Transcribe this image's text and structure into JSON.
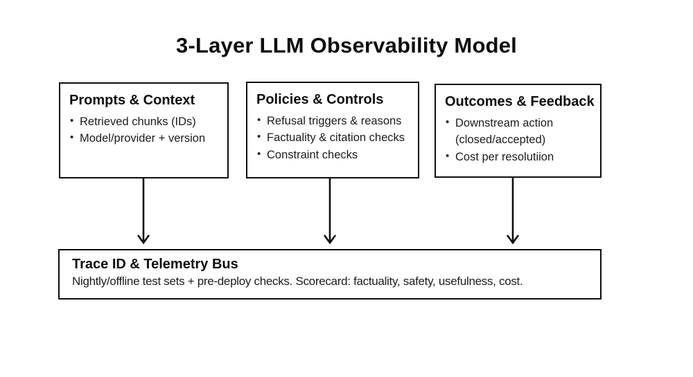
{
  "title": "3-Layer LLM Observability Model",
  "colors": {
    "background": "#ffffff",
    "border": "#0d0d0d",
    "text": "#1c1c1c"
  },
  "layers": [
    {
      "title": "Prompts & Context",
      "bullets": [
        "Retrieved chunks (IDs)",
        "Model/provider + version"
      ]
    },
    {
      "title": "Policies & Controls",
      "bullets": [
        "Refusal triggers & reasons",
        "Factuality & citation checks",
        "Constraint checks"
      ]
    },
    {
      "title": "Outcomes & Feedback",
      "bullets": [
        "Downstream action (closed/accepted)",
        "Cost per resolutiion"
      ]
    }
  ],
  "arrows": [
    {
      "name": "prompts-to-bus"
    },
    {
      "name": "policies-to-bus"
    },
    {
      "name": "outcomes-to-bus"
    }
  ],
  "bus": {
    "title": "Trace ID & Telemetry Bus",
    "description": "Nightly/offline test sets + pre-deploy checks. Scorecard: factuality, safety, usefulness, cost."
  }
}
